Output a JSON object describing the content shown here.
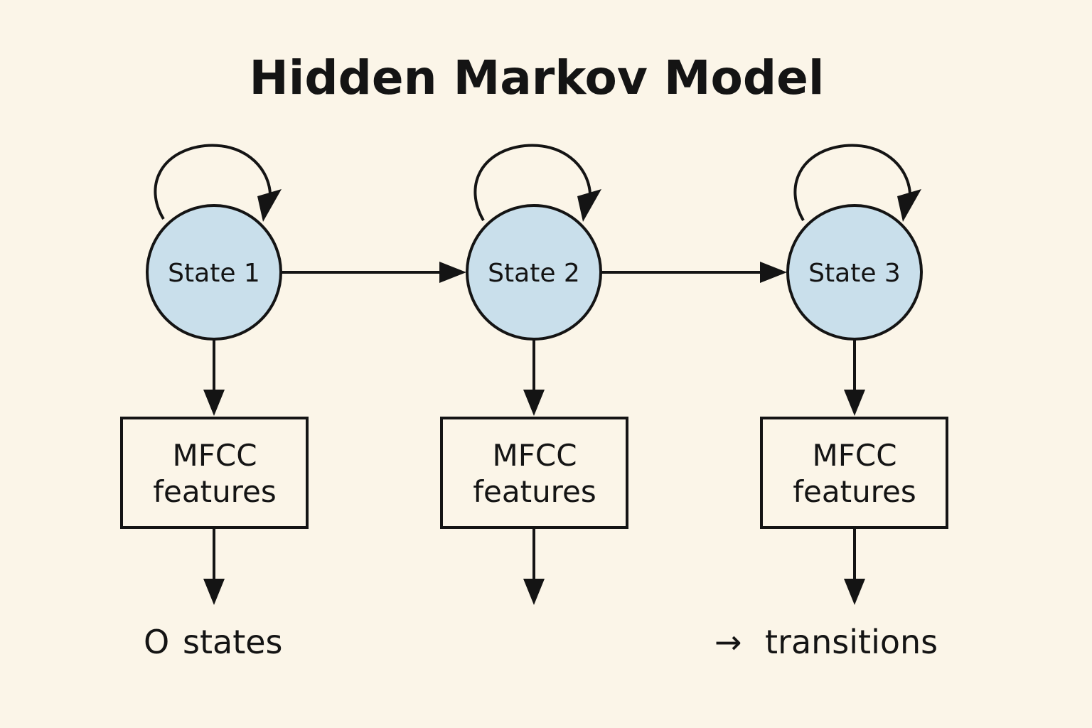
{
  "title": "Hidden Markov Model",
  "colors": {
    "background": "#fbf5e8",
    "state_fill": "#c9dfeb",
    "stroke": "#141414"
  },
  "states": [
    {
      "label": "State 1",
      "emission": {
        "line1": "MFCC",
        "line2": "features"
      }
    },
    {
      "label": "State 2",
      "emission": {
        "line1": "MFCC",
        "line2": "features"
      }
    },
    {
      "label": "State 3",
      "emission": {
        "line1": "MFCC",
        "line2": "features"
      }
    }
  ],
  "legend": {
    "states": {
      "symbol": "O",
      "label": "states"
    },
    "transitions": {
      "symbol": "→",
      "label": "transitions"
    }
  }
}
